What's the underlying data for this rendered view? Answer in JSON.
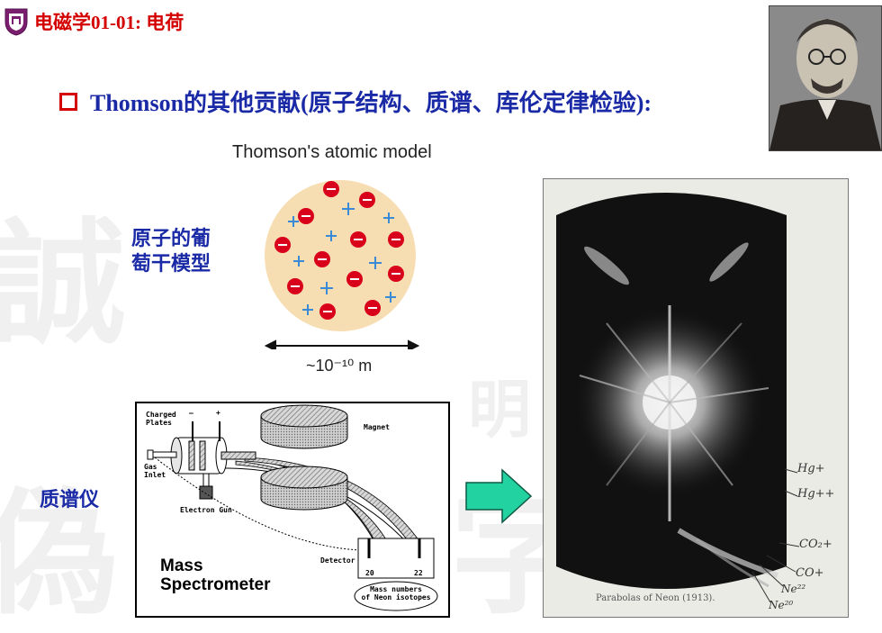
{
  "header": {
    "title": "电磁学01-01: 电荷"
  },
  "main_title": {
    "text": "Thomson的其他贡献(原子结构、质谱、库伦定律检验):"
  },
  "atom_model": {
    "caption": "Thomson's atomic model",
    "size_label": "~10⁻¹⁰ m",
    "label_line1": "原子的葡",
    "label_line2": "萄干模型"
  },
  "mass_spec": {
    "label": "质谱仪",
    "charged_line1": "Charged",
    "charged_line2": "Plates",
    "minus": "–",
    "plus": "+",
    "magnet": "Magnet",
    "gas_line1": "Gas",
    "gas_line2": "Inlet",
    "electron_gun": "Electron Gun",
    "detector": "Detector",
    "mass20": "20",
    "mass22": "22",
    "mass_numbers_line1": "Mass numbers",
    "mass_numbers_line2": "of Neon isotopes",
    "title_line1": "Mass",
    "title_line2": "Spectrometer"
  },
  "neon": {
    "caption": "Parabolas of Neon (1913).",
    "labels": {
      "hg_plus": "Hg+",
      "hg_pp": "Hg++",
      "co2": "CO₂+",
      "co": "CO+",
      "ne22": "Ne²²",
      "ne20": "Ne²⁰"
    }
  },
  "watermarks": [
    "誠",
    "明",
    "偽",
    "字"
  ],
  "colors": {
    "red": "#d40000",
    "blue": "#1a2aa6",
    "arrow": "#22d2a0"
  }
}
